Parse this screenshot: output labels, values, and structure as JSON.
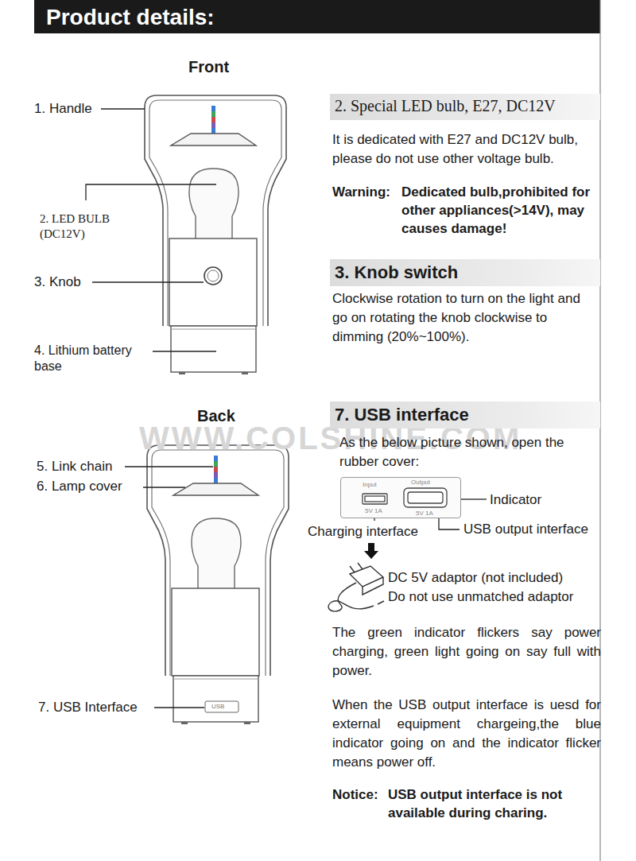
{
  "diagram": {
    "title": "Product details:",
    "nodes": [
      {
        "text": [
          "2. Special LED bulb, E27, DC12V"
        ]
      },
      {
        "text": [
          "3. Knob switch"
        ]
      },
      {
        "text": [
          "7. USB interface"
        ]
      },
      {
        "text": [
          "Input",
          "5V 1A",
          "Output",
          "5V 1A"
        ]
      }
    ],
    "labels": [
      "Front",
      "1. Handle",
      "2. LED BULB (DC12V)",
      "3. Knob",
      "4. Lithium battery base",
      "Back",
      "5. Link chain",
      "6. Lamp cover",
      "7. USB Interface",
      "USB",
      "It is dedicated with E27 and DC12V bulb, please do not use other voltage bulb.",
      "Warning:",
      "Dedicated bulb,prohibited for other appliances(>14V), may causes damage!",
      "Clockwise rotation to turn on the light and go on rotating the knob clockwise to dimming (20%~100%).",
      "As the below picture shown, open the rubber cover:",
      "Indicator",
      "Charging interface",
      "USB output interface",
      "DC 5V adaptor (not included)",
      "Do not use unmatched adaptor",
      "The green indicator flickers say power charging, green light going on say full with power.",
      "When the USB output interface is uesd for external equipment chargeing,the blue indicator going on and the indicator flicker means power off.",
      "Notice:",
      "USB output interface is not available during charing.",
      "WWW.COLSHINE.COM"
    ]
  }
}
